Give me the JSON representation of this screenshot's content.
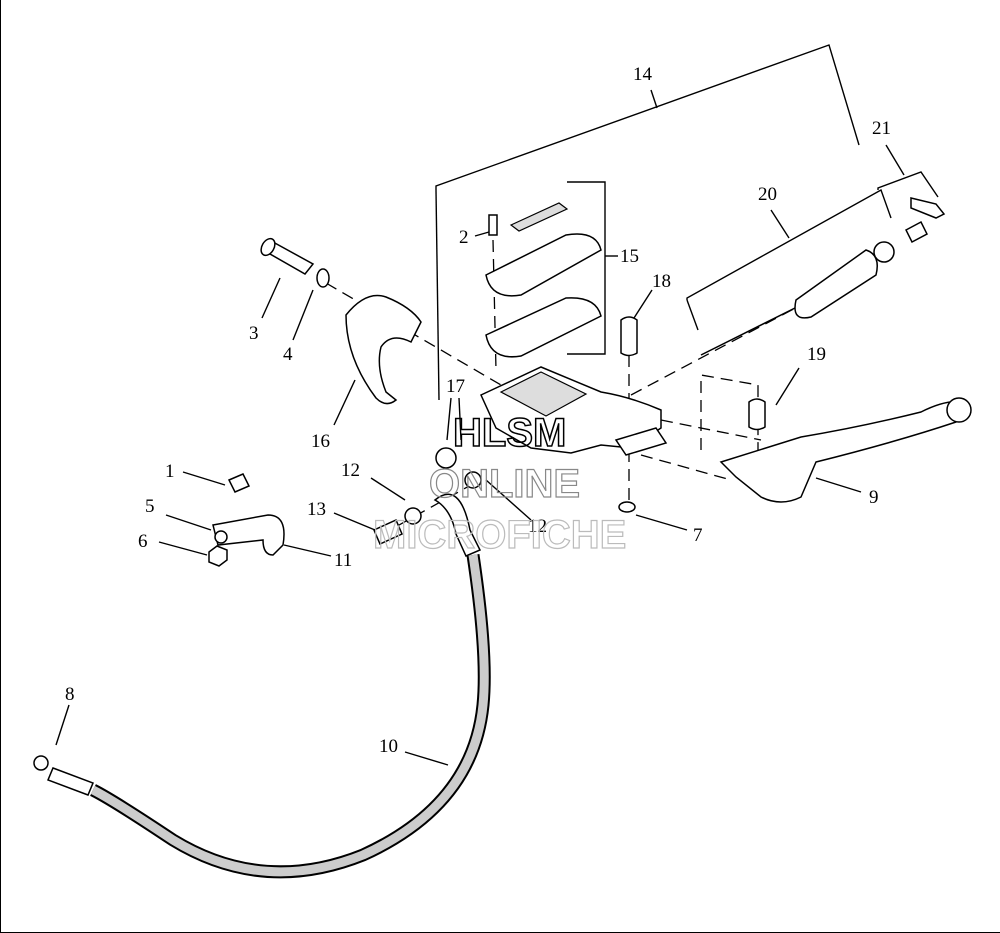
{
  "diagram": {
    "title": "Front Brake Master Cylinder / Clutch Control exploded view",
    "callouts": [
      "1",
      "2",
      "3",
      "4",
      "5",
      "6",
      "7",
      "8",
      "9",
      "10",
      "11",
      "12",
      "12",
      "13",
      "14",
      "15",
      "16",
      "17",
      "18",
      "19",
      "20",
      "21"
    ]
  },
  "watermark": {
    "line1": "HLSM",
    "line2": "ONLINE",
    "line3": "MICROFICHE"
  }
}
